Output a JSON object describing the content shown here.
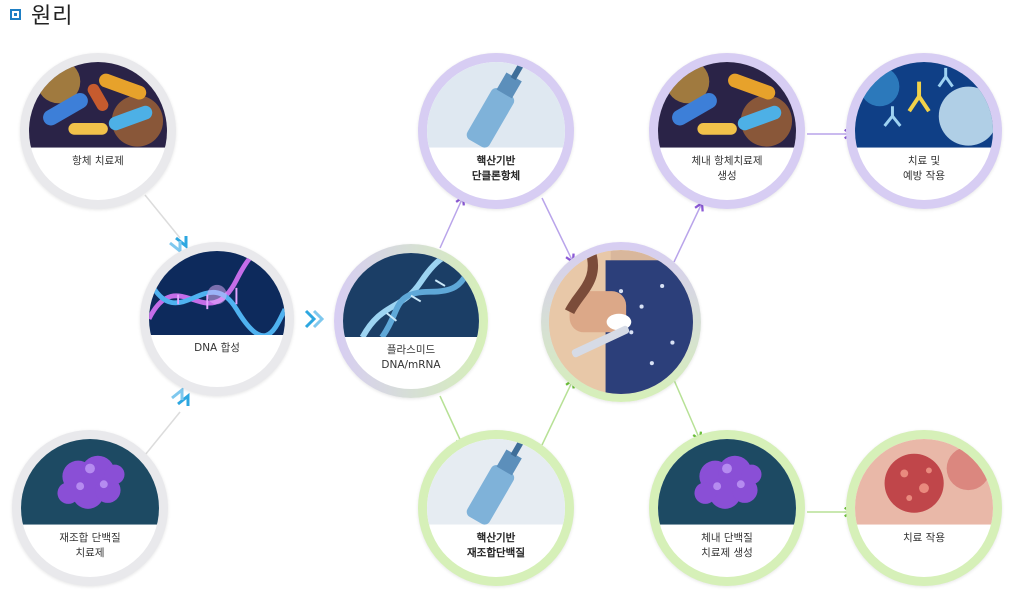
{
  "section": {
    "title": "원리"
  },
  "colors": {
    "purple": "#8b59d6",
    "green": "#6cc03a",
    "blue": "#2da7e0",
    "gray_line": "#dcdcdc",
    "purple_line": "#b9a4ea",
    "green_line": "#b7e196"
  },
  "nodes": {
    "antibody": {
      "line1": "항체 치료제",
      "line2": ""
    },
    "recombinant": {
      "line1": "재조합 단백질",
      "line2": "치료제"
    },
    "dna_synthesis": {
      "line1": "DNA 합성",
      "line2": ""
    },
    "plasmid": {
      "line1": "플라스미드",
      "line2": "DNA/mRNA"
    },
    "nucleic_antibody": {
      "line1": "핵산기반",
      "line2": "단클론항체"
    },
    "nucleic_protein": {
      "line1": "핵산기반",
      "line2": "재조합단백질"
    },
    "vaccination": {
      "line1": "",
      "line2": ""
    },
    "in_vivo_antibody": {
      "line1": "체내 항체치료제",
      "line2": "생성"
    },
    "in_vivo_protein": {
      "line1": "체내 단백질",
      "line2": "치료제 생성"
    },
    "treatment_prevention": {
      "line1": "치료 및",
      "line2": "예방 작용"
    },
    "treatment": {
      "line1": "치료 작용",
      "line2": ""
    }
  },
  "icons": {
    "antibody": "bacteria-image",
    "recombinant": "protein-image",
    "dna_synthesis": "dna-helix-image",
    "plasmid": "dna-helix-image",
    "nucleic_antibody": "vial-image",
    "nucleic_protein": "vial-image",
    "vaccination": "injection-image",
    "in_vivo_antibody": "bacteria-image",
    "in_vivo_protein": "protein-image",
    "treatment_prevention": "antibody-cell-image",
    "treatment": "cell-image"
  }
}
